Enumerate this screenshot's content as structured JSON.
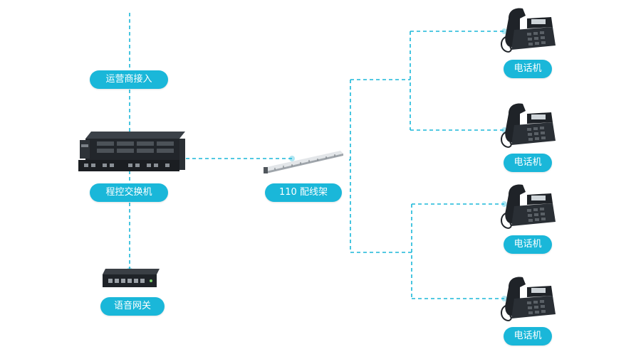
{
  "colors": {
    "link_line": "#1ab7d9",
    "label_bg": "#1ab7d9",
    "label_text": "#ffffff",
    "device_dark": "#1f2328"
  },
  "nodes": {
    "carrier_access": {
      "label": "运营商接入"
    },
    "pbx": {
      "label": "程控交换机",
      "icon": "pbx-switch-icon"
    },
    "voice_gateway": {
      "label": "语音网关",
      "icon": "router-icon"
    },
    "patch_panel": {
      "label": "110 配线架",
      "icon": "patch-panel-icon"
    },
    "phones": [
      {
        "label": "电话机",
        "icon": "telephone-icon"
      },
      {
        "label": "电话机",
        "icon": "telephone-icon"
      },
      {
        "label": "电话机",
        "icon": "telephone-icon"
      },
      {
        "label": "电话机",
        "icon": "telephone-icon"
      }
    ]
  }
}
